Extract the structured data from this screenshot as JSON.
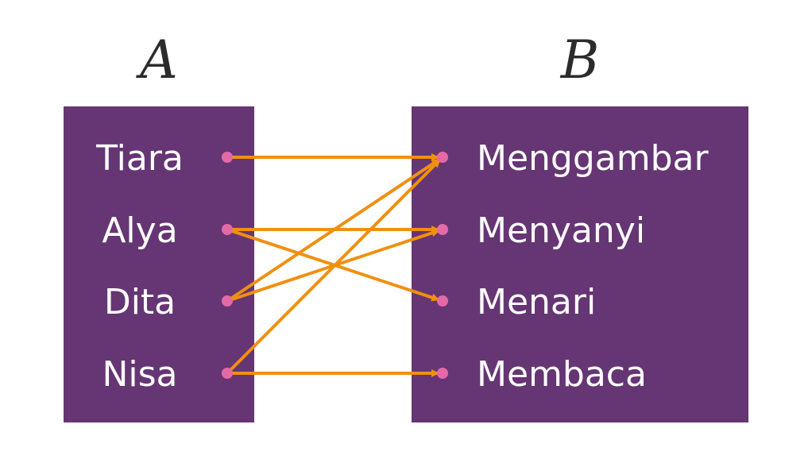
{
  "set_a": {
    "title": "A",
    "items": [
      "Tiara",
      "Alya",
      "Dita",
      "Nisa"
    ]
  },
  "set_b": {
    "title": "B",
    "items": [
      "Menggambar",
      "Menyanyi",
      "Menari",
      "Membaca"
    ]
  },
  "relations": [
    {
      "from": 0,
      "to": 0
    },
    {
      "from": 1,
      "to": 1
    },
    {
      "from": 1,
      "to": 2
    },
    {
      "from": 2,
      "to": 0
    },
    {
      "from": 2,
      "to": 1
    },
    {
      "from": 3,
      "to": 0
    },
    {
      "from": 3,
      "to": 3
    }
  ],
  "colors": {
    "box": "#663574",
    "arrow": "#f0900f",
    "dot": "#e46aa7",
    "label": "#ffffff",
    "title": "#2b2b2b"
  }
}
